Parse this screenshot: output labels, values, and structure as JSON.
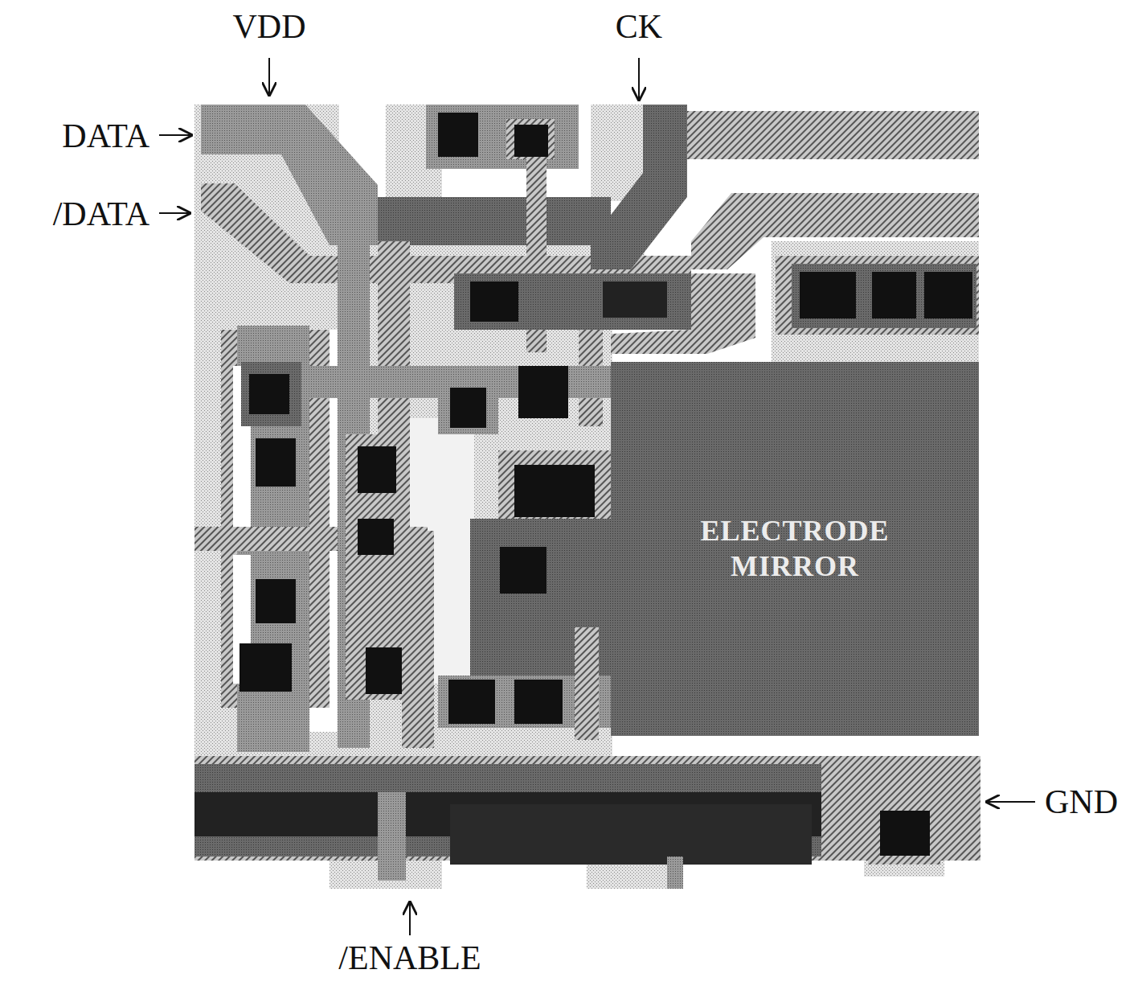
{
  "diagram": {
    "nodes": [
      {
        "text": [
          "ELECTRODE MIRROR"
        ]
      }
    ],
    "labels": [
      "VDD",
      "CK",
      "DATA",
      "/DATA",
      "GND",
      "/ENABLE"
    ]
  }
}
